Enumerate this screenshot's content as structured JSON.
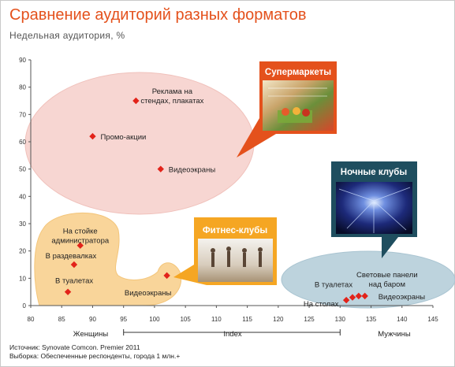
{
  "header": {
    "title": "Сравнение аудиторий разных форматов",
    "subtitle": "Недельная аудитория, %"
  },
  "footer": {
    "source": "Источник: Synovate Comcon. Premier 2011",
    "sample": "Выборка: Обеспеченные респонденты, города 1 млн.+"
  },
  "colors": {
    "title": "#e4511c",
    "marker": "#e2231a",
    "supermarkets_cluster": "#f7d6d2",
    "supermarkets_callout": "#e4511c",
    "fitness_cluster": "#f9d59a",
    "fitness_callout": "#f5a623",
    "clubs_cluster": "#bdd3dd",
    "clubs_callout": "#1f4e5f"
  },
  "chart_data": {
    "type": "scatter",
    "xlim": [
      80,
      145
    ],
    "ylim": [
      0,
      90
    ],
    "x_ticks": [
      "80",
      "85",
      "90",
      "95",
      "100",
      "105",
      "110",
      "115",
      "120",
      "125",
      "130",
      "135",
      "140",
      "145"
    ],
    "y_ticks": [
      "0",
      "10",
      "20",
      "30",
      "40",
      "50",
      "60",
      "70",
      "80",
      "90"
    ],
    "x_axis_left_label": "Женщины",
    "x_axis_center_label": "Index",
    "x_axis_right_label": "Мужчины",
    "x_bracket_ranges": [
      [
        95,
        130
      ]
    ],
    "grid": false,
    "groups": [
      {
        "name": "Супермаркеты",
        "icon": "shopping-cart-photo",
        "points": [
          {
            "label": "Реклама на стендах, плакатах",
            "x": 97,
            "y": 75
          },
          {
            "label": "Промо-акции",
            "x": 90,
            "y": 62
          },
          {
            "label": "Видеоэкраны",
            "x": 101,
            "y": 50
          }
        ]
      },
      {
        "name": "Фитнес-клубы",
        "icon": "fitness-class-photo",
        "points": [
          {
            "label": "На стойке администратора",
            "x": 88,
            "y": 22
          },
          {
            "label": "В раздевалках",
            "x": 87,
            "y": 15
          },
          {
            "label": "В туалетах",
            "x": 86,
            "y": 5
          },
          {
            "label": "Видеоэкраны",
            "x": 102,
            "y": 11
          }
        ]
      },
      {
        "name": "Ночные клубы",
        "icon": "nightclub-lights-photo",
        "points": [
          {
            "label": "В туалетах",
            "x": 132,
            "y": 3
          },
          {
            "label": "На столах",
            "x": 131,
            "y": 2
          },
          {
            "label": "Световые панели над баром",
            "x": 133,
            "y": 3.5
          },
          {
            "label": "Видеоэкраны",
            "x": 134,
            "y": 3.5
          }
        ]
      }
    ]
  }
}
